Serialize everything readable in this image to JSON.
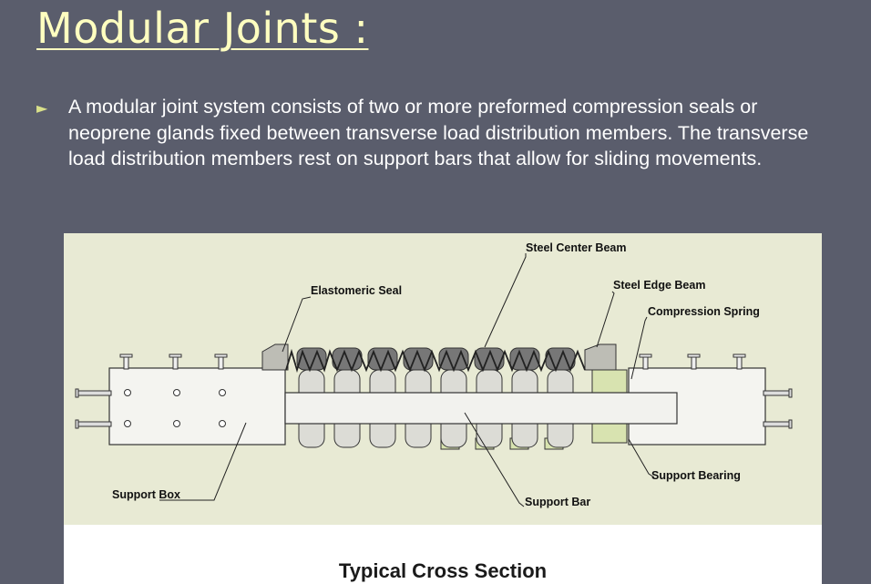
{
  "title": "Modular Joints :",
  "bullet": "A modular joint system consists of two or more preformed compression seals or neoprene glands fixed between transverse load distribution members. The transverse load distribution members rest on support bars that allow for sliding movements.",
  "figure": {
    "caption": "Typical Cross Section",
    "labels": {
      "steel_center_beam": "Steel Center Beam",
      "elastomeric_seal": "Elastomeric Seal",
      "steel_edge_beam": "Steel Edge Beam",
      "compression_spring": "Compression Spring",
      "support_bearing": "Support Bearing",
      "support_box": "Support Box",
      "support_bar": "Support Bar"
    }
  }
}
